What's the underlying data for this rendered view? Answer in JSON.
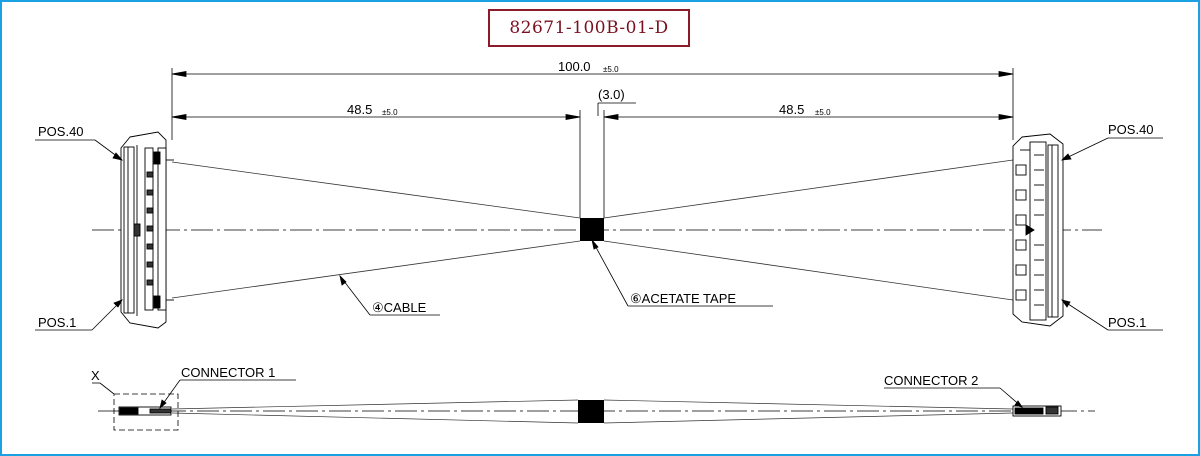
{
  "part_number": "82671-100B-01-D",
  "dimensions": {
    "overall": {
      "value": "100.0",
      "tolerance": "±5.0"
    },
    "left_half": {
      "value": "48.5",
      "tolerance": "±5.0"
    },
    "right_half": {
      "value": "48.5",
      "tolerance": "±5.0"
    },
    "tape_width": "(3.0)"
  },
  "labels": {
    "pos40_left": "POS.40",
    "pos1_left": "POS.1",
    "pos40_right": "POS.40",
    "pos1_right": "POS.1",
    "cable": "④CABLE",
    "acetate_tape": "⑥ACETATE TAPE",
    "connector1": "CONNECTOR 1",
    "connector2": "CONNECTOR 2",
    "detail_x": "X"
  },
  "colors": {
    "border": "#1ba1e2",
    "part_number": "#7a1020"
  }
}
